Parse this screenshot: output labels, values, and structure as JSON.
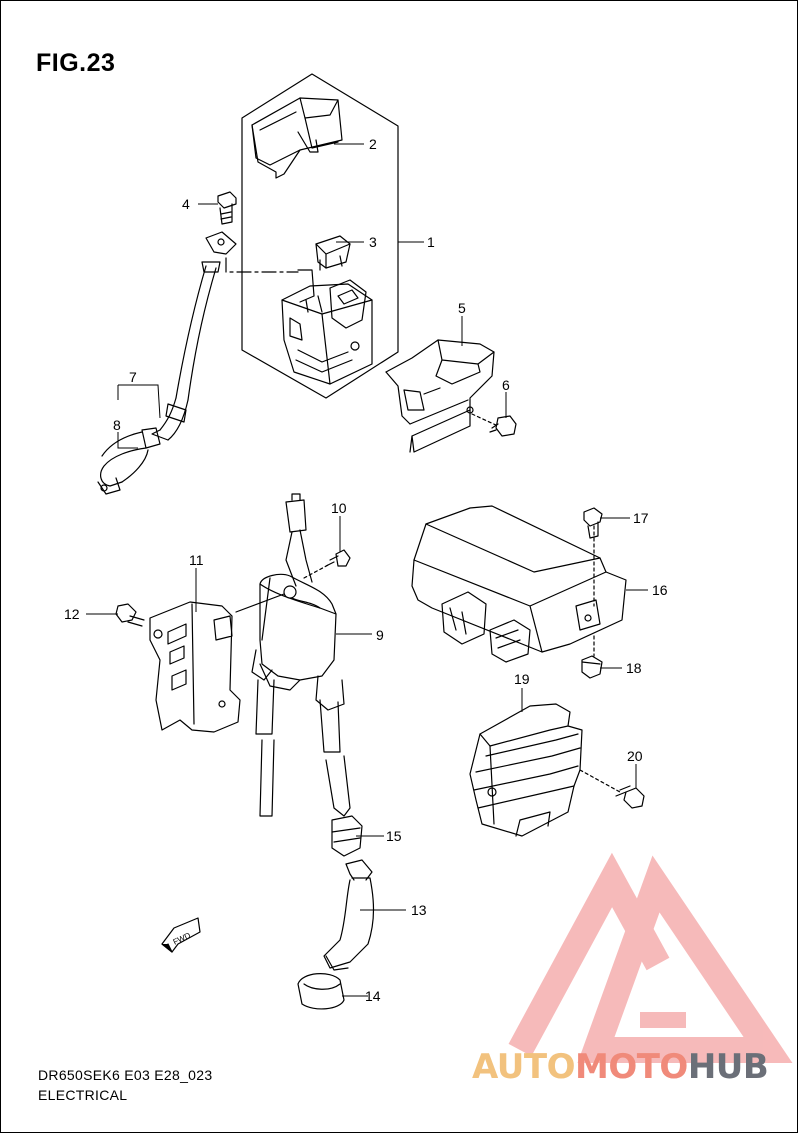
{
  "figure": {
    "title": "FIG.23"
  },
  "caption": {
    "model_code": "DR650SEK6 E03 E28_023",
    "section": "ELECTRICAL"
  },
  "callouts": {
    "c1": "1",
    "c2": "2",
    "c3": "3",
    "c4": "4",
    "c5": "5",
    "c6": "6",
    "c7": "7",
    "c8": "8",
    "c9": "9",
    "c10": "10",
    "c11": "11",
    "c12": "12",
    "c13": "13",
    "c14": "14",
    "c15": "15",
    "c16": "16",
    "c17": "17",
    "c18": "18",
    "c19": "19",
    "c20": "20"
  },
  "forward_arrow": {
    "label": "FWD",
    "icon": "forward-arrow-icon"
  },
  "watermark": {
    "part1": "AUTO",
    "part2": "MOTO",
    "part3": "HUB",
    "colors": {
      "auto": "#f2c27e",
      "moto": "#f08a7a",
      "hub": "#6b6f78",
      "triangle": "#f4a3a3"
    }
  }
}
